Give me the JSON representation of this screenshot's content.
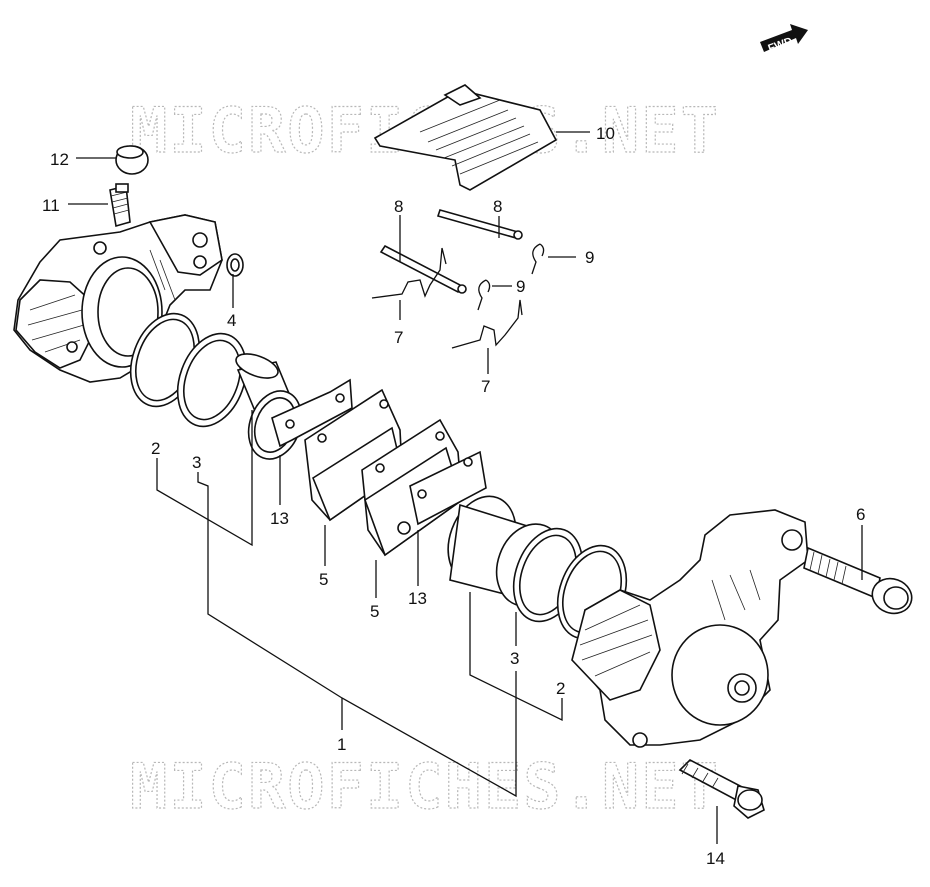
{
  "watermark": {
    "text": "MICROFICHES.NET"
  },
  "direction_tag": {
    "text": "FWD"
  },
  "callouts": {
    "c1": "1",
    "c2a": "2",
    "c2b": "2",
    "c3a": "3",
    "c3b": "3",
    "c4": "4",
    "c5a": "5",
    "c5b": "5",
    "c6": "6",
    "c7a": "7",
    "c7b": "7",
    "c8a": "8",
    "c8b": "8",
    "c9a": "9",
    "c9b": "9",
    "c10": "10",
    "c11": "11",
    "c12": "12",
    "c13a": "13",
    "c13b": "13",
    "c14": "14"
  }
}
